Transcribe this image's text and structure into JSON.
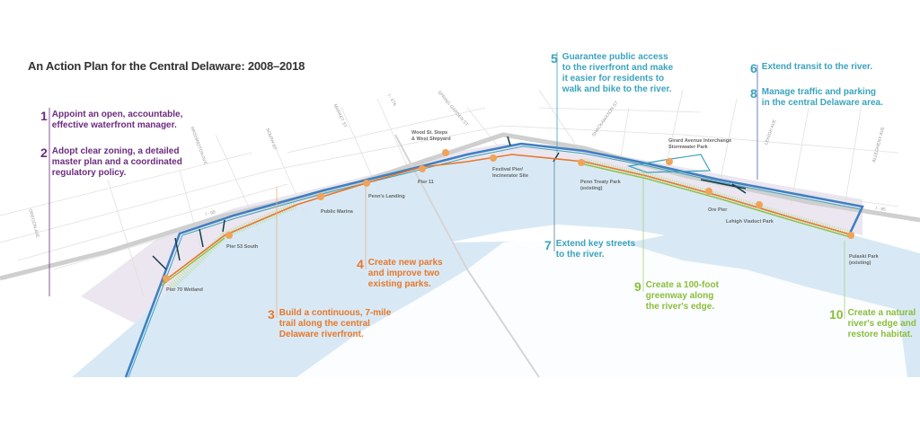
{
  "title": "An Action Plan for the Central Delaware: 2008–2018",
  "colors": {
    "purple": "#6b2c7e",
    "orange": "#e8772a",
    "teal": "#3aa3be",
    "green": "#8bbd3c",
    "water": "#d8e9f5",
    "land": "#ebe6ef",
    "road": "#cfcfcf"
  },
  "actions": [
    {
      "num": "1",
      "text": "Appoint an open, accountable,\neffective waterfront manager."
    },
    {
      "num": "2",
      "text": "Adopt clear zoning, a detailed\nmaster plan and a coordinated\nregulatory policy."
    },
    {
      "num": "3",
      "text": "Build a continuous, 7-mile\ntrail along the central\nDelaware riverfront."
    },
    {
      "num": "4",
      "text": "Create new parks\nand improve two\nexisting parks."
    },
    {
      "num": "5",
      "text": "Guarantee public access\nto the riverfront and make\nit easier for residents to\nwalk and bike to the river."
    },
    {
      "num": "6",
      "text": "Extend transit to the river."
    },
    {
      "num": "7",
      "text": "Extend key streets\nto the river."
    },
    {
      "num": "8",
      "text": "Manage traffic and parking\nin the central Delaware area."
    },
    {
      "num": "9",
      "text": "Create a 100-foot\ngreenway along\nthe river's edge."
    },
    {
      "num": "10",
      "text": "Create a natural\nriver's edge and\nrestore habitat."
    }
  ],
  "places": [
    "Pier 70 Wetland",
    "Pier 53 South",
    "Public Marina",
    "Penn's Landing",
    "Pier 11",
    "Wood St. Steps\n& West Shipyard",
    "Festival Pier/\nIncinerator Site",
    "Penn Treaty Park\n(existing)",
    "Girard Avenue Interchange\nStormwater Park",
    "Ore Pier",
    "Lehigh Viaduct Park",
    "Pulaski Park\n(existing)"
  ],
  "streets": [
    "OREGON AVE",
    "WASHINGTON AVE",
    "SOUTH ST",
    "MARKET ST",
    "I - 676",
    "SPRING GARDEN ST",
    "SHACKAMAXON ST",
    "LEHIGH AVE",
    "ALLEGHENY AVE",
    "I - 95",
    "I - 95"
  ]
}
